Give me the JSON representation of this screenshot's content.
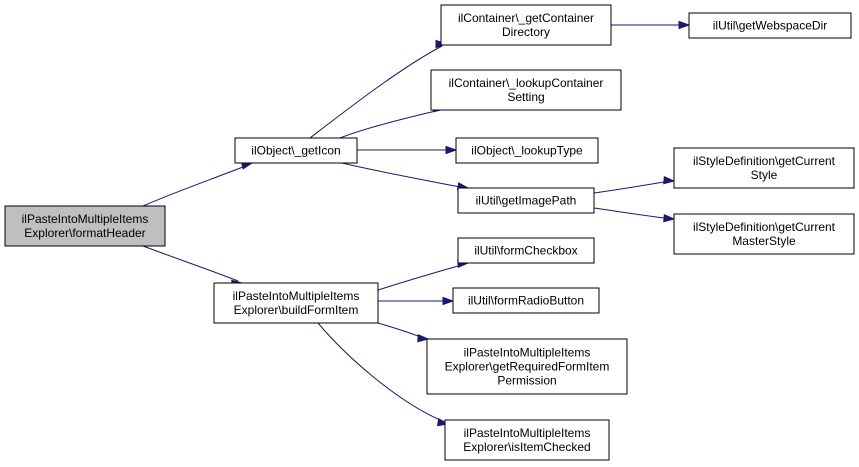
{
  "colors": {
    "edge": "#191970",
    "node_border": "#000000",
    "node_fill": "#ffffff",
    "root_fill": "#bfbfbf"
  },
  "nodes": {
    "format_header": {
      "lines": [
        "ilPasteIntoMultipleItems",
        "Explorer\\formatHeader"
      ]
    },
    "get_icon": {
      "lines": [
        "ilObject\\_getIcon"
      ]
    },
    "build_form_item": {
      "lines": [
        "ilPasteIntoMultipleItems",
        "Explorer\\buildFormItem"
      ]
    },
    "get_container_directory": {
      "lines": [
        "ilContainer\\_getContainer",
        "Directory"
      ]
    },
    "lookup_container_setting": {
      "lines": [
        "ilContainer\\_lookupContainer",
        "Setting"
      ]
    },
    "lookup_type": {
      "lines": [
        "ilObject\\_lookupType"
      ]
    },
    "get_image_path": {
      "lines": [
        "ilUtil\\getImagePath"
      ]
    },
    "get_webspace_dir": {
      "lines": [
        "ilUtil\\getWebspaceDir"
      ]
    },
    "get_current_style": {
      "lines": [
        "ilStyleDefinition\\getCurrent",
        "Style"
      ]
    },
    "get_current_master_style": {
      "lines": [
        "ilStyleDefinition\\getCurrent",
        "MasterStyle"
      ]
    },
    "form_checkbox": {
      "lines": [
        "ilUtil\\formCheckbox"
      ]
    },
    "form_radio_button": {
      "lines": [
        "ilUtil\\formRadioButton"
      ]
    },
    "get_required_form_item_permission": {
      "lines": [
        "ilPasteIntoMultipleItems",
        "Explorer\\getRequiredFormItem",
        "Permission"
      ]
    },
    "is_item_checked": {
      "lines": [
        "ilPasteIntoMultipleItems",
        "Explorer\\isItemChecked"
      ]
    }
  },
  "edges": [
    {
      "from": "format_header",
      "to": "get_icon"
    },
    {
      "from": "format_header",
      "to": "build_form_item"
    },
    {
      "from": "get_icon",
      "to": "get_container_directory"
    },
    {
      "from": "get_icon",
      "to": "lookup_container_setting"
    },
    {
      "from": "get_icon",
      "to": "lookup_type"
    },
    {
      "from": "get_icon",
      "to": "get_image_path"
    },
    {
      "from": "get_container_directory",
      "to": "get_webspace_dir"
    },
    {
      "from": "get_image_path",
      "to": "get_current_style"
    },
    {
      "from": "get_image_path",
      "to": "get_current_master_style"
    },
    {
      "from": "build_form_item",
      "to": "form_checkbox"
    },
    {
      "from": "build_form_item",
      "to": "form_radio_button"
    },
    {
      "from": "build_form_item",
      "to": "get_required_form_item_permission"
    },
    {
      "from": "build_form_item",
      "to": "is_item_checked"
    }
  ]
}
